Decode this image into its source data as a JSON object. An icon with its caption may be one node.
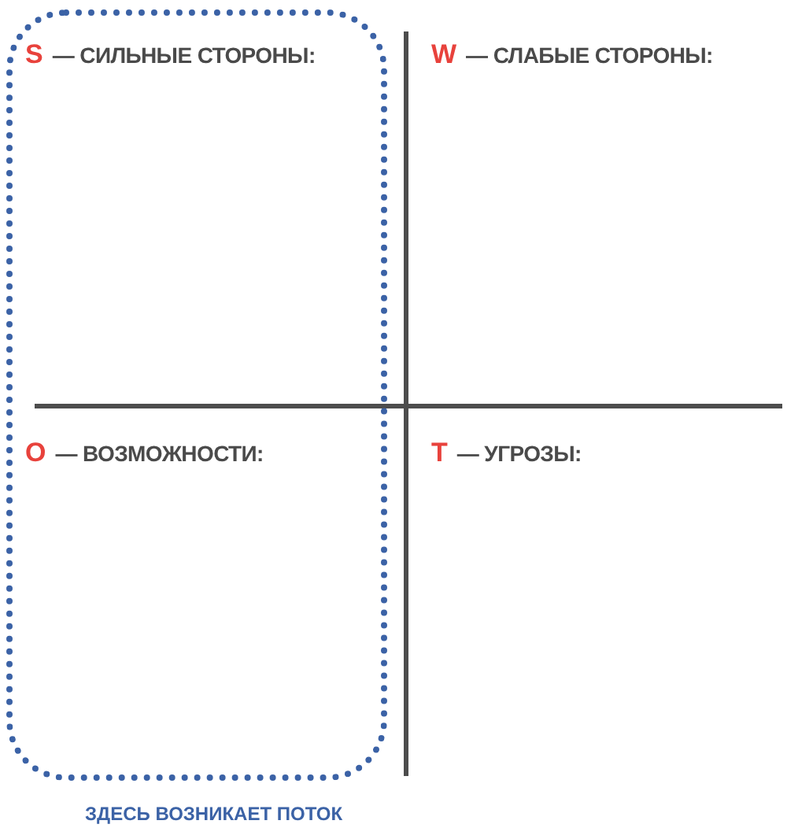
{
  "diagram": {
    "nodes": [
      {
        "text": [],
        "shape": "box",
        "beside": [
          "ЗДЕСЬ ВОЗНИКАЕТ ПОТОК"
        ]
      },
      {
        "text": [
          "S",
          "— СИЛЬНЫЕ СТОРОНЫ:"
        ],
        "in": 0
      },
      {
        "text": [
          "W",
          "— СЛАБЫЕ СТОРОНЫ:"
        ]
      },
      {
        "text": [
          "O",
          "— ВОЗМОЖНОСТИ:"
        ],
        "in": 0
      },
      {
        "text": [
          "T",
          "— УГРОЗЫ:"
        ]
      }
    ],
    "edges": []
  }
}
